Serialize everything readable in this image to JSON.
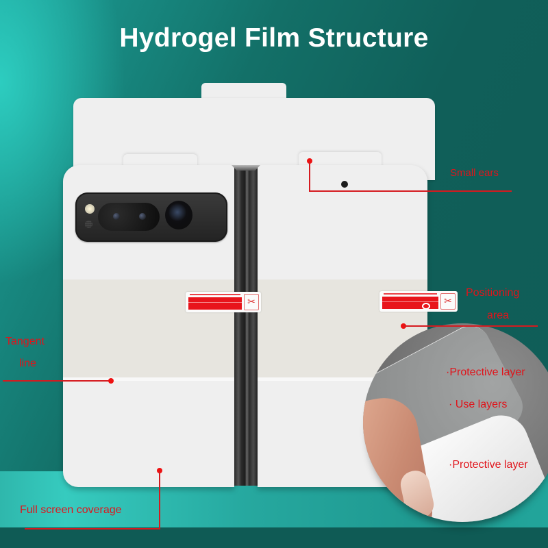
{
  "title": "Hydrogel Film Structure",
  "product": {
    "camera_module": {
      "lenses": 3,
      "flash": true,
      "microphone": true
    },
    "stickers": [
      {
        "id": "positioning-sticker-left",
        "glyph": "✂"
      },
      {
        "id": "positioning-sticker-right",
        "glyph": "✂"
      }
    ]
  },
  "callouts": {
    "small_ears": "Small ears",
    "positioning_area_line1": "Positioning",
    "positioning_area_line2": "area",
    "tangent_line_line1": "Tangent",
    "tangent_line_line2": "line",
    "full_screen_coverage": "Full screen coverage"
  },
  "layers": {
    "top": "·Protective layer",
    "middle": "· Use layers",
    "bottom": "·Protective layer"
  },
  "colors": {
    "background_dark": "#0f5d57",
    "background_light": "#30d6c8",
    "annotation_red": "#e0141b",
    "film_white": "#efefef",
    "positioning_band": "#e7e5df",
    "title_text": "#ffffff"
  }
}
